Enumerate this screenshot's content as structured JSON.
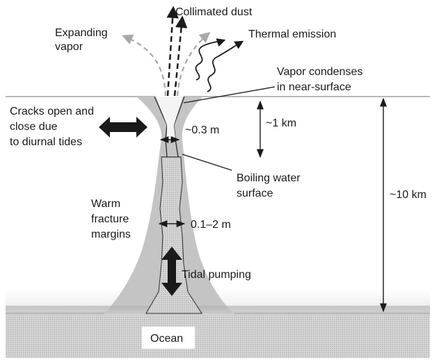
{
  "labels": {
    "collimated_dust": "Collimated dust",
    "expanding_vapor_line1": "Expanding",
    "expanding_vapor_line2": "vapor",
    "thermal_emission": "Thermal emission",
    "vapor_condenses_line1": "Vapor condenses",
    "vapor_condenses_line2": "in near-surface",
    "cracks_line1": "Cracks open and",
    "cracks_line2": "close due",
    "cracks_line3": "to diurnal tides",
    "width_top": "~0.3 m",
    "depth_1km": "~1 km",
    "depth_10km": "~10 km",
    "boiling_line1": "Boiling water",
    "boiling_line2": "surface",
    "warm_line1": "Warm",
    "warm_line2": "fracture",
    "warm_line3": "margins",
    "width_fracture": "0.1–2 m",
    "tidal_pumping": "Tidal pumping",
    "ocean": "Ocean"
  },
  "colors": {
    "warm_margin": "#c4c4c4",
    "ice_surface": "#e6e6e6",
    "ocean_texture": "#cfcfcf",
    "fracture_fill": "#e9e9e9",
    "vapor_arrow": "#a8a8a8",
    "ink": "#1a1a1a"
  }
}
